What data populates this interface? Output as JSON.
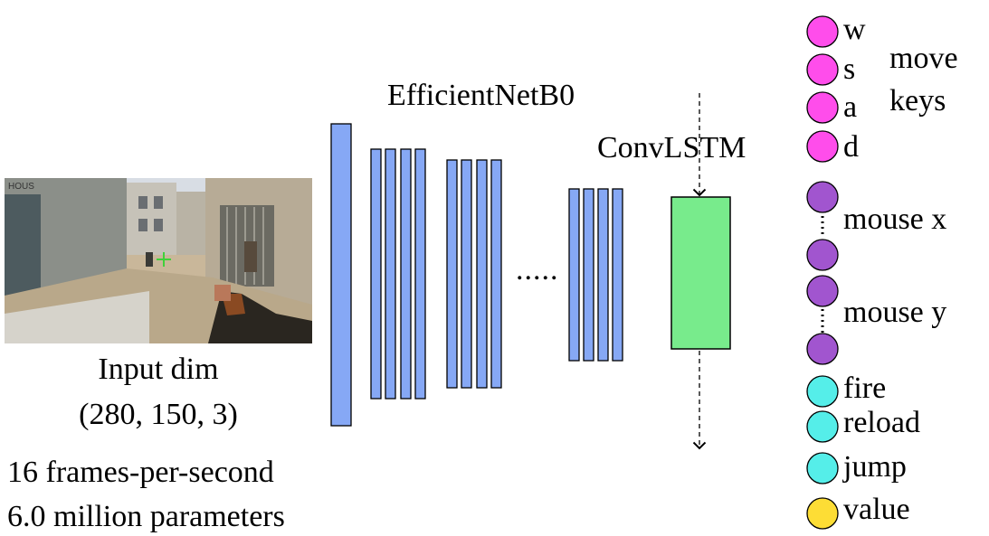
{
  "input": {
    "label": "Input dim",
    "dims": "(280, 150, 3)",
    "image_alt": "game screenshot"
  },
  "stats": {
    "fps": "16 frames-per-second",
    "params": "6.0 million parameters"
  },
  "backbone": {
    "name": "EfficientNetB0",
    "ellipsis": ".....",
    "layer_color": "#86A8F5"
  },
  "recurrent": {
    "name": "ConvLSTM",
    "color": "#78EB8C"
  },
  "outputs": {
    "move_keys": [
      "w",
      "s",
      "a",
      "d"
    ],
    "move_caption": [
      "move",
      "keys"
    ],
    "mouse_x": "mouse x",
    "mouse_y": "mouse y",
    "actions": [
      "fire",
      "reload",
      "jump"
    ],
    "value": "value",
    "colors": {
      "move": "#FF4DEB",
      "mouse": "#A155CF",
      "action": "#55EEE9",
      "value": "#FDDD35"
    }
  }
}
